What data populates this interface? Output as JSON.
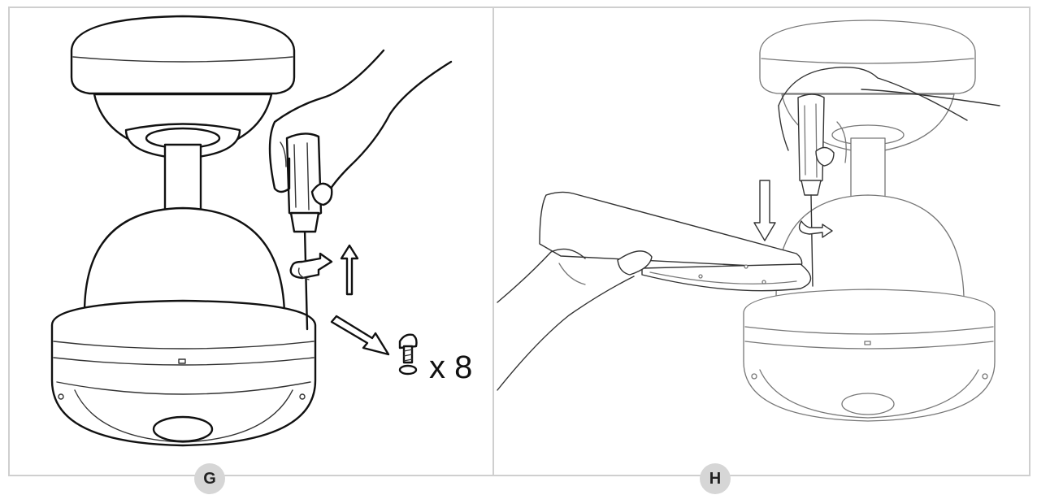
{
  "panels": [
    {
      "id": "G",
      "label": "G",
      "quantity_text": "x 8",
      "icons": [
        "fan-motor-assembly",
        "hand-screwdriver",
        "rotate-arrow",
        "up-arrow",
        "remove-arrow",
        "screw-washer"
      ]
    },
    {
      "id": "H",
      "label": "H",
      "icons": [
        "fan-motor-assembly",
        "hand-screwdriver",
        "fan-blade",
        "down-arrow",
        "rotate-arrow"
      ]
    }
  ],
  "colors": {
    "line": "#111111",
    "frame": "#cfcfcf",
    "badge_bg": "#d6d6d6"
  }
}
